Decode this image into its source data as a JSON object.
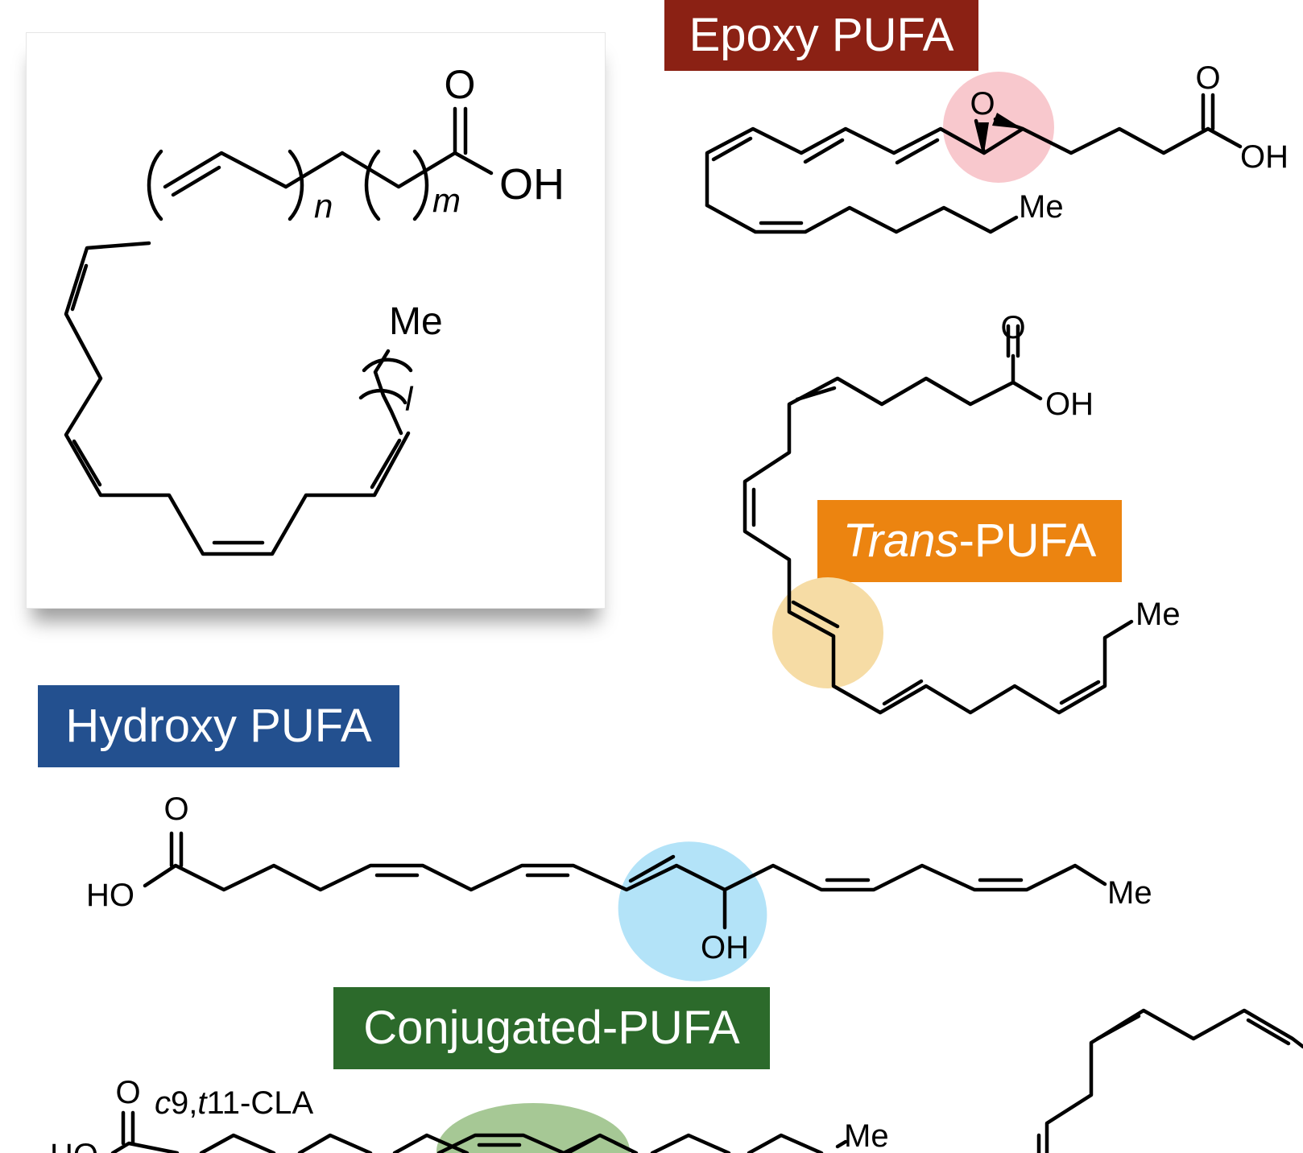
{
  "labels": {
    "epoxy": "Epoxy PUFA",
    "trans_italic": "Trans",
    "trans_rest": "-PUFA",
    "hydroxy": "Hydroxy PUFA",
    "conjugated": "Conjugated-PUFA"
  },
  "atoms": {
    "O": "O",
    "OH": "OH",
    "HO": "HO",
    "Me": "Me",
    "HO_partial": "HO"
  },
  "subscripts": {
    "n": "n",
    "m": "m",
    "l": "l"
  },
  "cla": {
    "c": "c",
    "pos1": "9,",
    "t": "t",
    "pos2": "11-CLA"
  },
  "colors": {
    "epoxy": "#8b2114",
    "trans": "#ec8410",
    "hydroxy": "#23508f",
    "conjugated": "#2c6a2b",
    "epoxy_highlight": "#f8c8cd",
    "trans_highlight": "#f6dca5",
    "hydroxy_highlight": "#b3e3f8",
    "conj_highlight": "#a6c895"
  }
}
